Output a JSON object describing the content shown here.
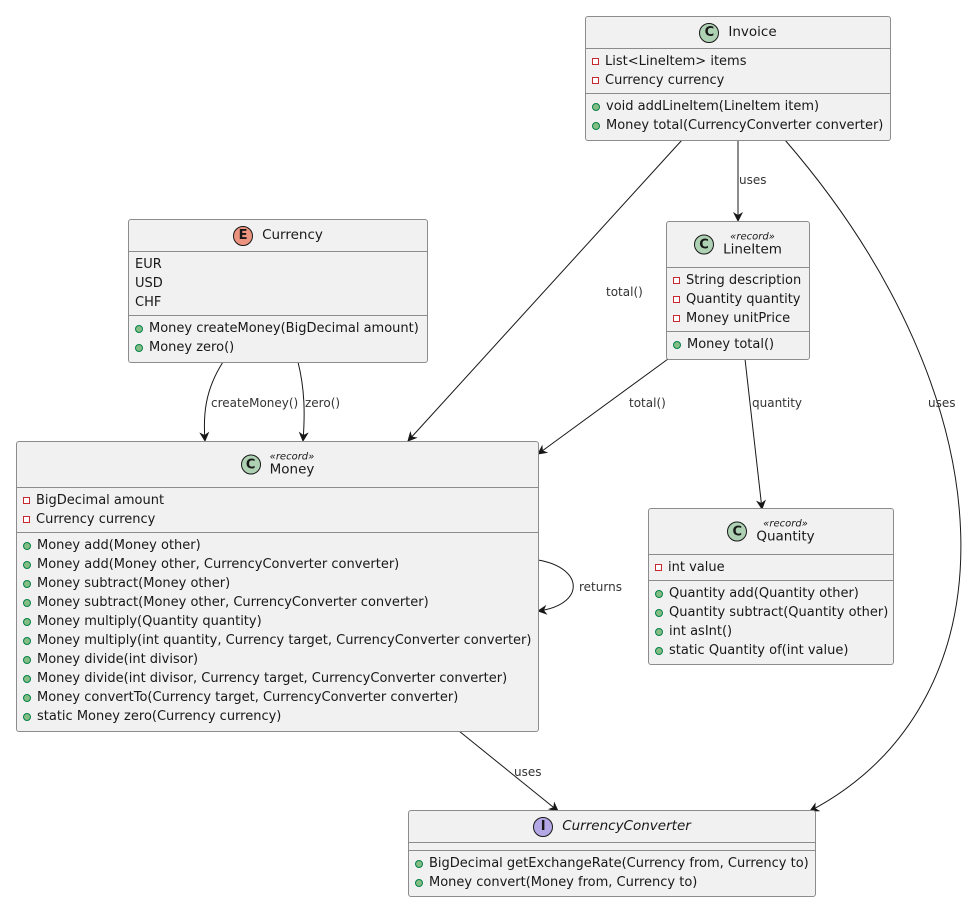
{
  "classes": {
    "invoice": {
      "kind": "C",
      "stereotype": "",
      "name": "Invoice",
      "fields": [
        "List<LineItem> items",
        "Currency currency"
      ],
      "methods": [
        "void addLineItem(LineItem item)",
        "Money total(CurrencyConverter converter)"
      ]
    },
    "currency": {
      "kind": "E",
      "stereotype": "",
      "name": "Currency",
      "constants": [
        "EUR",
        "USD",
        "CHF"
      ],
      "methods": [
        "Money createMoney(BigDecimal amount)",
        "Money zero()"
      ]
    },
    "lineitem": {
      "kind": "C",
      "stereotype": "«record»",
      "name": "LineItem",
      "fields": [
        "String description",
        "Quantity quantity",
        "Money unitPrice"
      ],
      "methods": [
        "Money total()"
      ]
    },
    "money": {
      "kind": "C",
      "stereotype": "«record»",
      "name": "Money",
      "fields": [
        "BigDecimal amount",
        "Currency currency"
      ],
      "methods": [
        "Money add(Money other)",
        "Money add(Money other, CurrencyConverter converter)",
        "Money subtract(Money other)",
        "Money subtract(Money other, CurrencyConverter converter)",
        "Money multiply(Quantity quantity)",
        "Money multiply(int quantity, Currency target, CurrencyConverter converter)",
        "Money divide(int divisor)",
        "Money divide(int divisor, Currency target, CurrencyConverter converter)",
        "Money convertTo(Currency target, CurrencyConverter converter)",
        "static Money zero(Currency currency)"
      ]
    },
    "quantity": {
      "kind": "C",
      "stereotype": "«record»",
      "name": "Quantity",
      "fields": [
        "int value"
      ],
      "methods": [
        "Quantity add(Quantity other)",
        "Quantity subtract(Quantity other)",
        "int asInt()",
        "static Quantity of(int value)"
      ]
    },
    "converter": {
      "kind": "I",
      "stereotype": "",
      "name": "CurrencyConverter",
      "fields": [],
      "methods": [
        "BigDecimal getExchangeRate(Currency from, Currency to)",
        "Money convert(Money from, Currency to)"
      ]
    }
  },
  "relations": [
    {
      "id": "invoice-lineitem",
      "label": "uses"
    },
    {
      "id": "invoice-money",
      "label": "total()"
    },
    {
      "id": "invoice-converter",
      "label": "uses"
    },
    {
      "id": "currency-money-create",
      "label": "createMoney()"
    },
    {
      "id": "currency-money-zero",
      "label": "zero()"
    },
    {
      "id": "lineitem-money",
      "label": "total()"
    },
    {
      "id": "lineitem-quantity",
      "label": "quantity"
    },
    {
      "id": "money-self",
      "label": "returns"
    },
    {
      "id": "money-converter",
      "label": "uses"
    }
  ],
  "colors": {
    "class_icon": "#add1b2",
    "enum_icon": "#eb937f",
    "interface_icon": "#b4a7e5",
    "box_fill": "#f1f1f1",
    "box_border": "#8c8c8c",
    "private_marker": "#c82930",
    "public_marker": "#84be84"
  }
}
